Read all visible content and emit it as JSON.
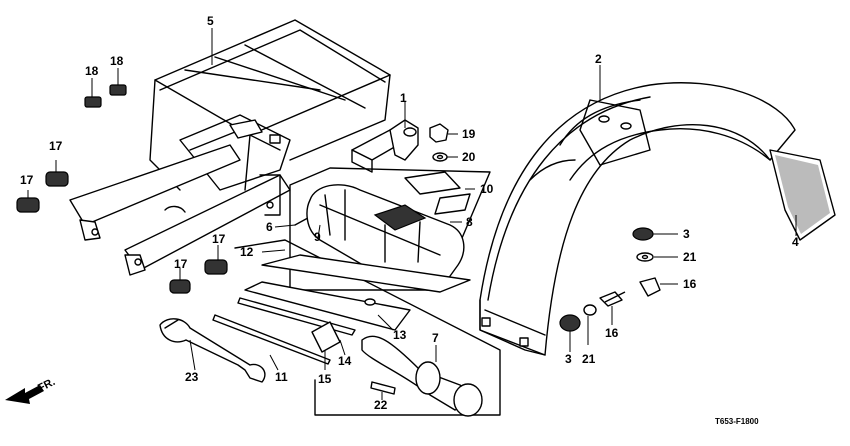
{
  "diagram": {
    "code": "T653-F1800",
    "direction_label": "FR.",
    "callouts": [
      "1",
      "2",
      "3",
      "3",
      "4",
      "5",
      "6",
      "7",
      "8",
      "9",
      "10",
      "11",
      "12",
      "13",
      "14",
      "15",
      "16",
      "16",
      "17",
      "17",
      "17",
      "17",
      "18",
      "18",
      "19",
      "20",
      "21",
      "21",
      "22",
      "23"
    ]
  }
}
